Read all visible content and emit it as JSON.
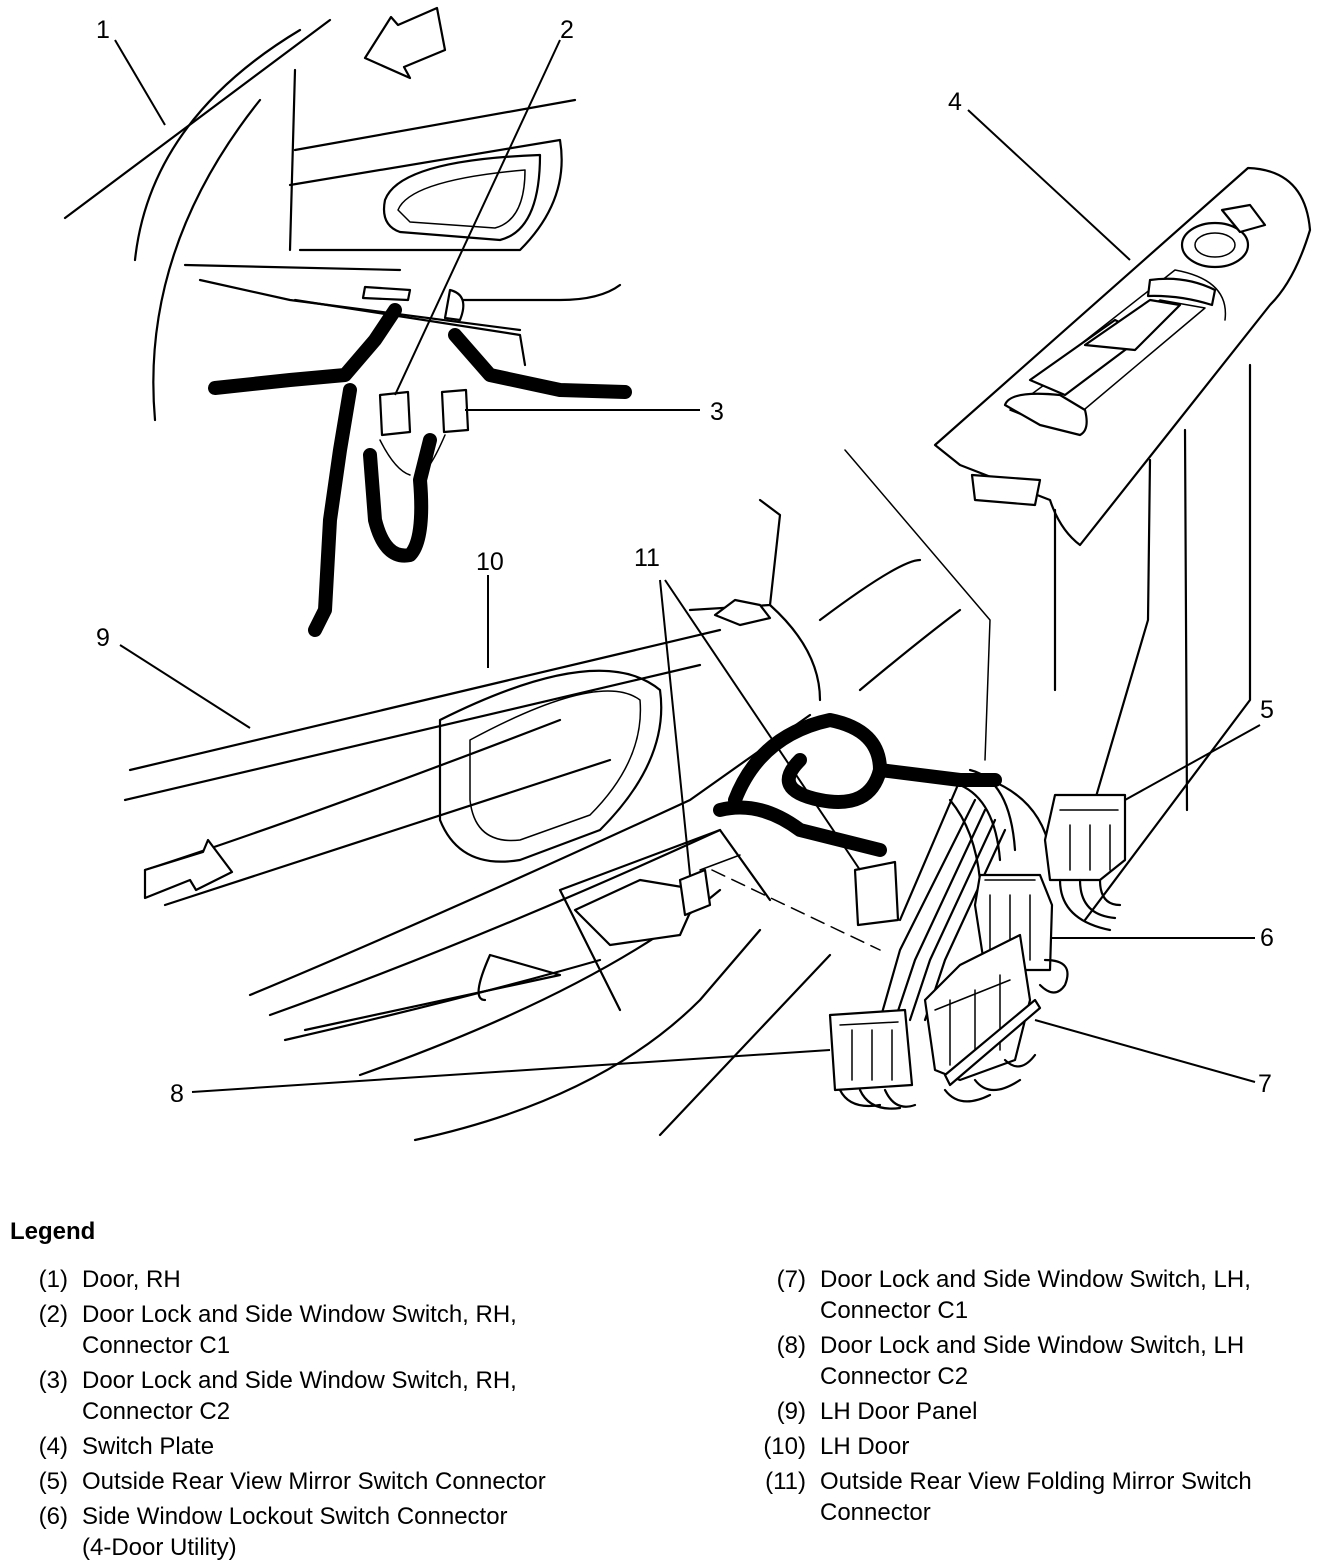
{
  "callouts": [
    "1",
    "2",
    "3",
    "4",
    "5",
    "6",
    "7",
    "8",
    "9",
    "10",
    "11"
  ],
  "legend": {
    "title": "Legend",
    "left": [
      {
        "num": "(1)",
        "lines": [
          "Door, RH"
        ]
      },
      {
        "num": "(2)",
        "lines": [
          "Door Lock and Side Window Switch, RH,",
          "Connector C1"
        ]
      },
      {
        "num": "(3)",
        "lines": [
          "Door Lock and Side Window Switch, RH,",
          "Connector C2"
        ]
      },
      {
        "num": "(4)",
        "lines": [
          "Switch Plate"
        ]
      },
      {
        "num": "(5)",
        "lines": [
          "Outside Rear View Mirror Switch Connector"
        ]
      },
      {
        "num": "(6)",
        "lines": [
          "Side Window Lockout Switch Connector",
          "(4-Door Utility)"
        ]
      }
    ],
    "right": [
      {
        "num": "(7)",
        "lines": [
          "Door Lock and Side Window Switch, LH,",
          "Connector C1"
        ]
      },
      {
        "num": "(8)",
        "lines": [
          "Door Lock and Side Window Switch, LH",
          "Connector C2"
        ]
      },
      {
        "num": "(9)",
        "lines": [
          "LH Door Panel"
        ]
      },
      {
        "num": "(10)",
        "lines": [
          "LH Door"
        ]
      },
      {
        "num": "(11)",
        "lines": [
          "Outside Rear View Folding Mirror Switch",
          "Connector"
        ]
      }
    ]
  }
}
